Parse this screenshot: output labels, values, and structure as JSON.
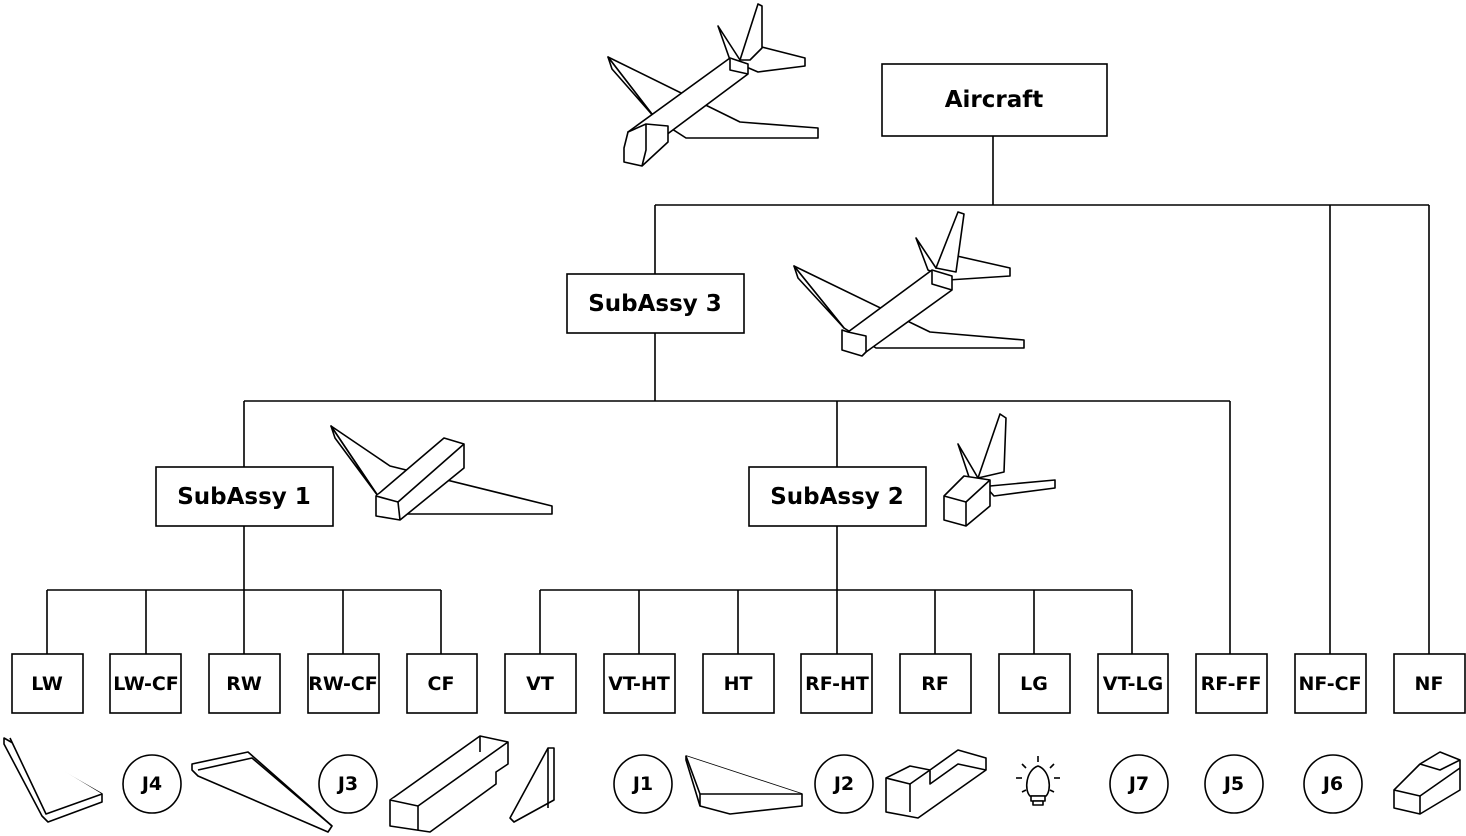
{
  "root": {
    "label": "Aircraft"
  },
  "subassemblies": {
    "subassy3": "SubAssy 3",
    "subassy1": "SubAssy 1",
    "subassy2": "SubAssy 2"
  },
  "parts": {
    "lw": "LW",
    "lw_cf": "LW-CF",
    "rw": "RW",
    "rw_cf": "RW-CF",
    "cf": "CF",
    "vt": "VT",
    "vt_ht": "VT-HT",
    "ht": "HT",
    "rf_ht": "RF-HT",
    "rf": "RF",
    "lg": "LG",
    "vt_lg": "VT-LG",
    "rf_ff": "RF-FF",
    "nf_cf": "NF-CF",
    "nf": "NF"
  },
  "joints": {
    "j4": "J4",
    "j3": "J3",
    "j1": "J1",
    "j2": "J2",
    "j7": "J7",
    "j5": "J5",
    "j6": "J6"
  },
  "icons": {
    "aircraft": "aircraft-icon",
    "subassy3": "aircraft-assembly-icon",
    "subassy1": "wing-assembly-icon",
    "subassy2": "tail-assembly-icon",
    "left_wing": "left-wing-part-icon",
    "right_wing": "right-wing-part-icon",
    "center_fuselage": "center-fuselage-part-icon",
    "vertical_tail": "vertical-tail-part-icon",
    "horizontal_tail": "horizontal-tail-part-icon",
    "rear_fuselage": "rear-fuselage-part-icon",
    "landing_gear": "lightbulb-icon",
    "nose_fuselage": "nose-fuselage-part-icon"
  }
}
